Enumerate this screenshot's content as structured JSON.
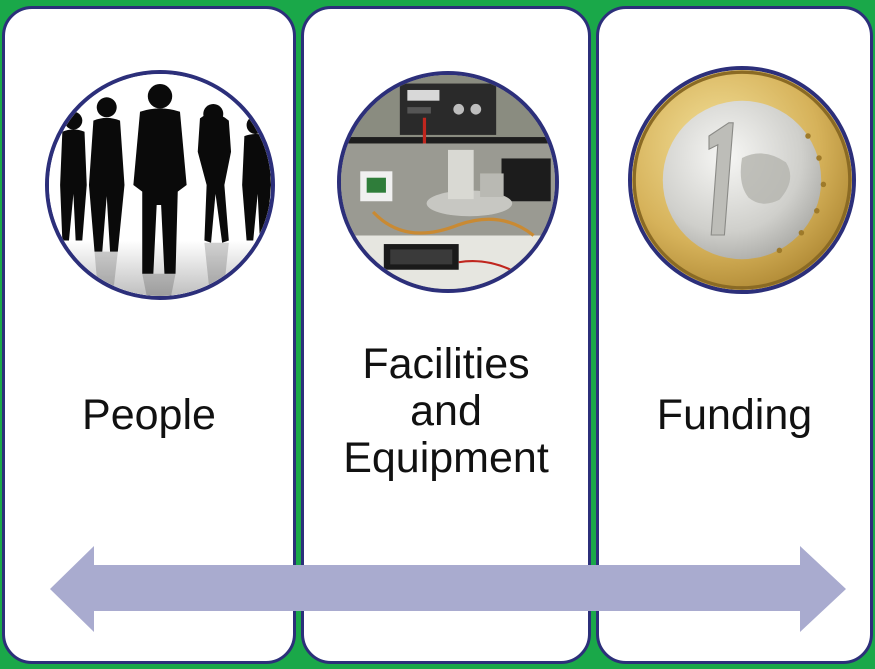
{
  "panels": [
    {
      "label_lines": [
        "People"
      ],
      "image": "people-silhouettes"
    },
    {
      "label_lines": [
        "Facilities",
        "and",
        "Equipment"
      ],
      "image": "lab-equipment"
    },
    {
      "label_lines": [
        "Funding"
      ],
      "image": "euro-coin"
    }
  ],
  "arrow": {
    "type": "double-headed",
    "color": "#a9abcf"
  },
  "colors": {
    "background": "#1aa849",
    "panel_border": "#2c2f7a",
    "panel_fill": "#ffffff"
  }
}
